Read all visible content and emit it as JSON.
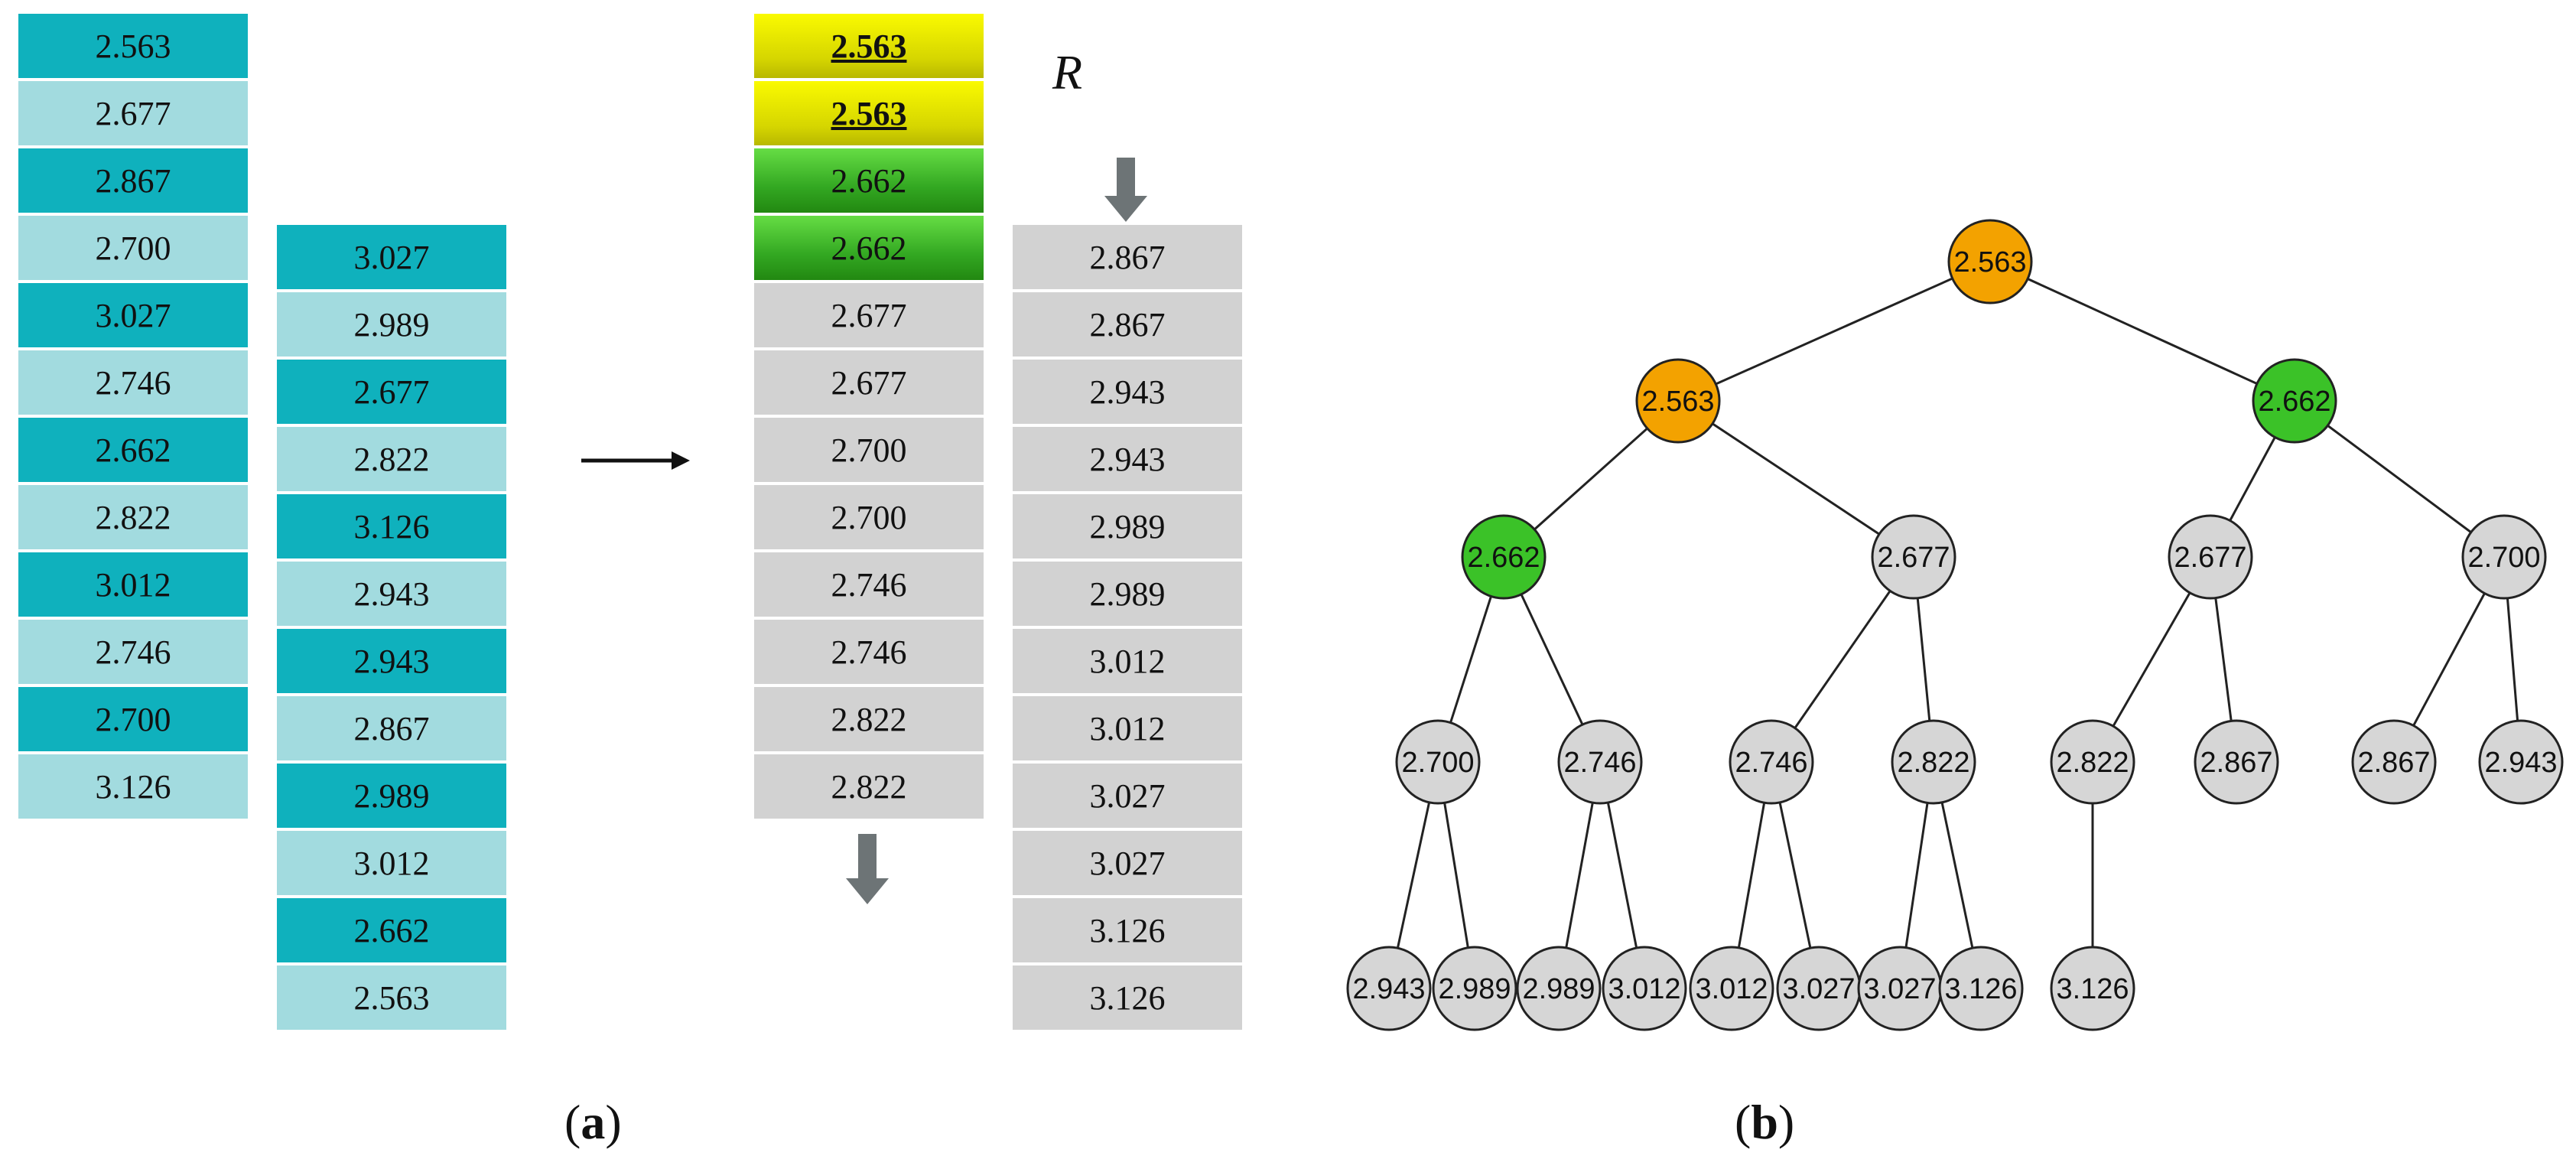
{
  "panel_a": {
    "column1": [
      "2.563",
      "2.677",
      "2.867",
      "2.700",
      "3.027",
      "2.746",
      "2.662",
      "2.822",
      "3.012",
      "2.746",
      "2.700",
      "3.126"
    ],
    "column2": [
      "3.027",
      "2.989",
      "2.677",
      "2.822",
      "3.126",
      "2.943",
      "2.943",
      "2.867",
      "2.989",
      "3.012",
      "2.662",
      "2.563"
    ],
    "sorted_column": [
      {
        "value": "2.563",
        "style": "yellow"
      },
      {
        "value": "2.563",
        "style": "yellow"
      },
      {
        "value": "2.662",
        "style": "green"
      },
      {
        "value": "2.662",
        "style": "green"
      },
      {
        "value": "2.677",
        "style": "gray"
      },
      {
        "value": "2.677",
        "style": "gray"
      },
      {
        "value": "2.700",
        "style": "gray"
      },
      {
        "value": "2.700",
        "style": "gray"
      },
      {
        "value": "2.746",
        "style": "gray"
      },
      {
        "value": "2.746",
        "style": "gray"
      },
      {
        "value": "2.822",
        "style": "gray"
      },
      {
        "value": "2.822",
        "style": "gray"
      }
    ],
    "r_column": [
      "2.867",
      "2.867",
      "2.943",
      "2.943",
      "2.989",
      "2.989",
      "3.012",
      "3.012",
      "3.027",
      "3.027",
      "3.126",
      "3.126"
    ],
    "r_label": "R",
    "caption_letter": "a"
  },
  "panel_b": {
    "caption_letter": "b",
    "nodes": [
      {
        "label": "2.563",
        "color": "orange"
      },
      {
        "label": "2.563",
        "color": "orange"
      },
      {
        "label": "2.662",
        "color": "green"
      },
      {
        "label": "2.662",
        "color": "green"
      },
      {
        "label": "2.677",
        "color": "gray"
      },
      {
        "label": "2.677",
        "color": "gray"
      },
      {
        "label": "2.700",
        "color": "gray"
      },
      {
        "label": "2.700",
        "color": "gray"
      },
      {
        "label": "2.746",
        "color": "gray"
      },
      {
        "label": "2.746",
        "color": "gray"
      },
      {
        "label": "2.822",
        "color": "gray"
      },
      {
        "label": "2.822",
        "color": "gray"
      },
      {
        "label": "2.867",
        "color": "gray"
      },
      {
        "label": "2.867",
        "color": "gray"
      },
      {
        "label": "2.943",
        "color": "gray"
      },
      {
        "label": "2.943",
        "color": "gray"
      },
      {
        "label": "2.989",
        "color": "gray"
      },
      {
        "label": "2.989",
        "color": "gray"
      },
      {
        "label": "3.012",
        "color": "gray"
      },
      {
        "label": "3.012",
        "color": "gray"
      },
      {
        "label": "3.027",
        "color": "gray"
      },
      {
        "label": "3.027",
        "color": "gray"
      },
      {
        "label": "3.126",
        "color": "gray"
      },
      {
        "label": "3.126",
        "color": "gray"
      }
    ]
  },
  "colors": {
    "teal_dark": "#0fb1bd",
    "teal_light": "#a2dbdf",
    "gray_cell": "#d2d2d2",
    "node_orange": "#f3a200",
    "node_green": "#3bc228",
    "node_gray": "#d6d6d6",
    "arrow_gray": "#6d7476"
  }
}
